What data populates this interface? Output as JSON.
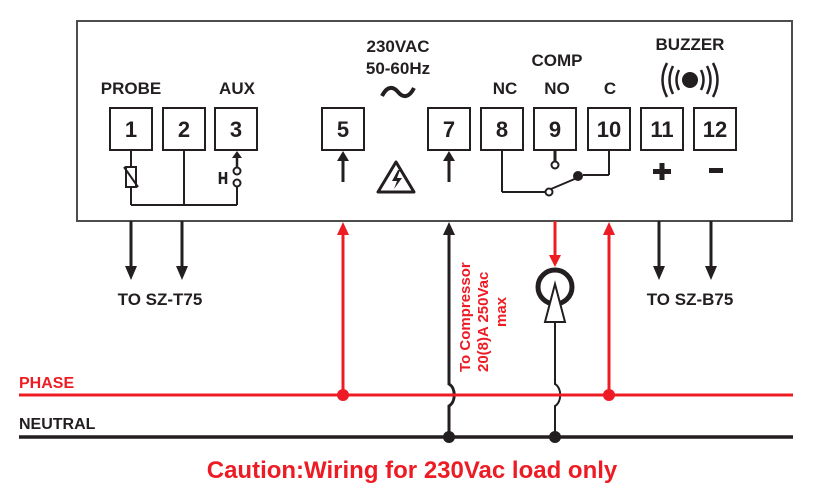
{
  "colors": {
    "phase": "#ed1c24",
    "neutral": "#231f20",
    "caution": "#ed1c24",
    "box_border": "#4d4d4d"
  },
  "labels": {
    "probe": "PROBE",
    "aux": "AUX",
    "power_voltage": "230VAC",
    "power_frequency": "50-60Hz",
    "ac_symbol": "~",
    "comp": "COMP",
    "nc": "NC",
    "no": "NO",
    "c": "C",
    "buzzer": "BUZZER",
    "plus": "+",
    "minus": "-",
    "to_probe": "TO SZ-T75",
    "to_buzzer": "TO SZ-B75",
    "compressor_line1": "To Compressor",
    "compressor_line2": "20(8)A 250Vac",
    "compressor_line3": "max",
    "phase": "PHASE",
    "neutral": "NEUTRAL",
    "caution": "Caution:Wiring for 230Vac load only"
  },
  "terminals": [
    {
      "number": "1",
      "group": "PROBE"
    },
    {
      "number": "2",
      "group": "PROBE"
    },
    {
      "number": "3",
      "group": "AUX"
    },
    {
      "number": "5",
      "group": "230VAC"
    },
    {
      "number": "7",
      "group": "230VAC"
    },
    {
      "number": "8",
      "group": "COMP NC"
    },
    {
      "number": "9",
      "group": "COMP NO"
    },
    {
      "number": "10",
      "group": "COMP C"
    },
    {
      "number": "11",
      "group": "BUZZER +"
    },
    {
      "number": "12",
      "group": "BUZZER -"
    }
  ],
  "icons": {
    "sensor": "thermistor-icon",
    "aux_switch": "door-switch-icon",
    "hazard": "high-voltage-warning-icon",
    "buzzer": "buzzer-sound-icon",
    "compressor": "compressor-motor-icon"
  }
}
